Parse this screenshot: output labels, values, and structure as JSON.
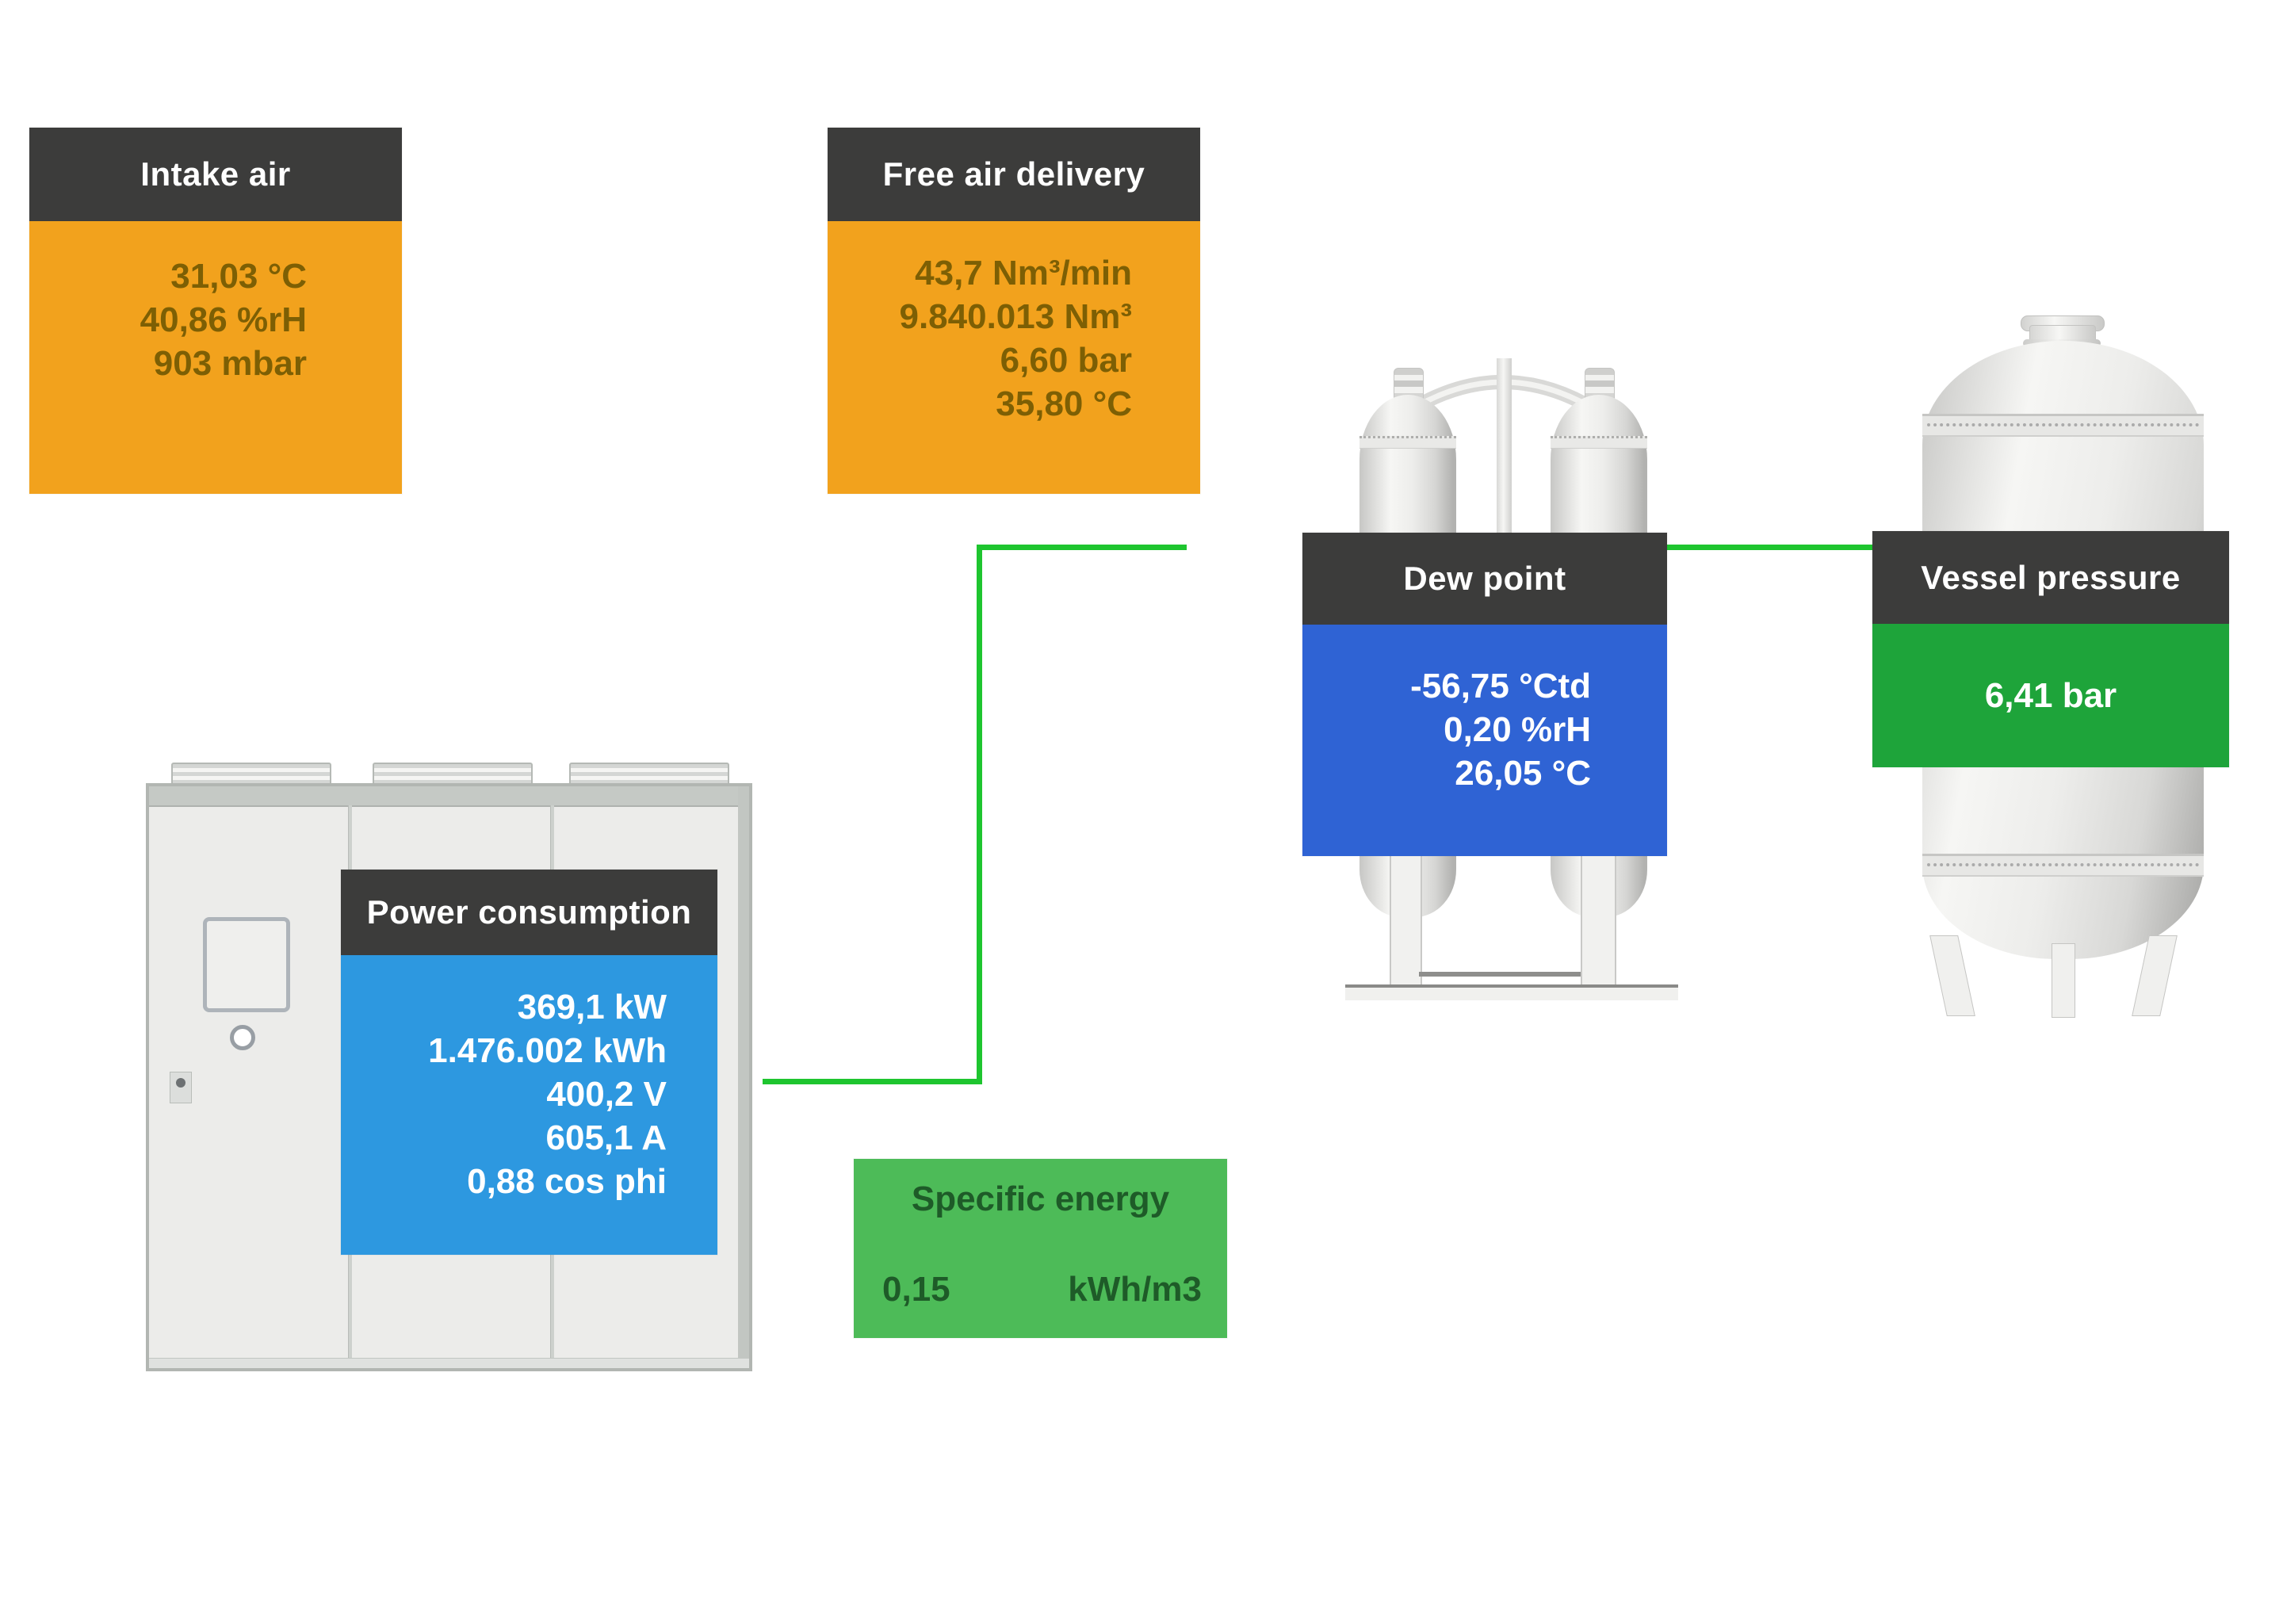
{
  "panels": {
    "intake_air": {
      "title": "Intake air",
      "values": [
        "31,03 °C",
        "40,86 %rH",
        "903 mbar"
      ]
    },
    "free_air_delivery": {
      "title": "Free air delivery",
      "values": [
        "43,7 Nm³/min",
        "9.840.013 Nm³",
        "6,60 bar",
        "35,80 °C"
      ]
    },
    "dew_point": {
      "title": "Dew point",
      "values": [
        "-56,75 °Ctd",
        "0,20 %rH",
        "26,05 °C"
      ]
    },
    "vessel_pressure": {
      "title": "Vessel pressure",
      "values": [
        "6,41 bar"
      ]
    },
    "power_consumption": {
      "title": "Power consumption",
      "values": [
        "369,1 kW",
        "1.476.002 kWh",
        "400,2 V",
        "605,1 A",
        "0,88 cos phi"
      ]
    },
    "specific_energy": {
      "title": "Specific energy",
      "value": "0,15",
      "unit": "kWh/m3"
    }
  },
  "colors": {
    "header_dark": "#3c3c3b",
    "orange": "#f2a21d",
    "orange_text": "#7d5f04",
    "blue_light": "#2d98e0",
    "blue_dark": "#2f63d4",
    "green_dark": "#1ea43a",
    "green_light": "#4dbb58",
    "green_text": "#1e5b28",
    "connector_green": "#1ec52f"
  }
}
